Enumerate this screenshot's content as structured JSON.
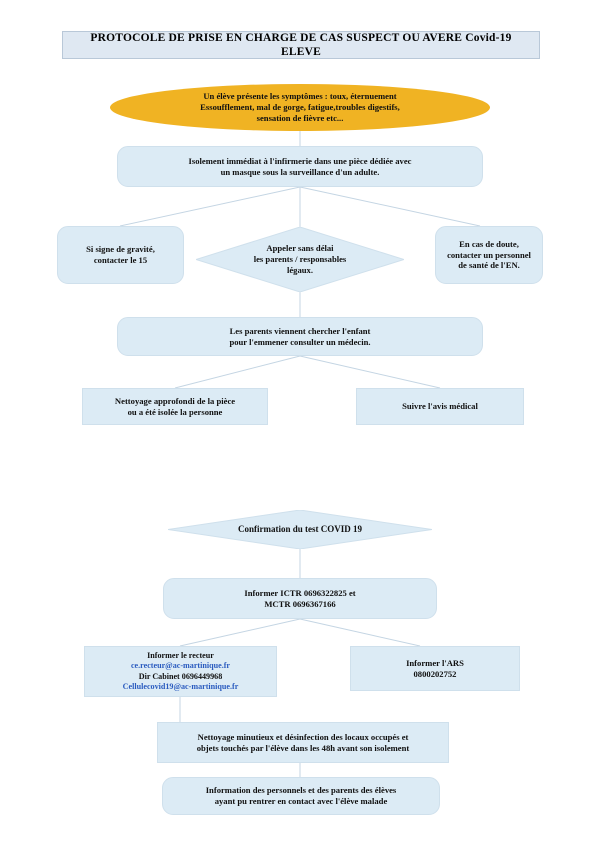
{
  "document": {
    "title": "PROTOCOLE DE PRISE EN CHARGE DE CAS SUSPECT OU AVERE Covid-19 ELEVE",
    "language": "fr"
  },
  "colors": {
    "box_fill": "#dcebf5",
    "box_border": "#cfe0ec",
    "banner_fill": "#dfe8f2",
    "banner_border": "#b9c8d8",
    "ellipse_fill": "#f0b323",
    "email_text": "#2a5bbf",
    "connector": "#c4d5e3",
    "text": "#101010"
  },
  "chart_data": {
    "type": "diagram",
    "title": "PROTOCOLE DE PRISE EN CHARGE DE CAS SUSPECT OU AVERE Covid-19 ELEVE",
    "nodes": [
      {
        "id": "symptomes",
        "shape": "ellipse",
        "lines": [
          "Un élève présente les symptômes : toux, éternuement",
          "Essoufflement, mal de gorge, fatigue,troubles digestifs,",
          "sensation de fièvre etc..."
        ]
      },
      {
        "id": "isolement",
        "shape": "rounded-rect",
        "lines": [
          "Isolement immédiat à l'infirmerie dans une pièce dédiée avec",
          "un masque sous la surveillance d'un adulte."
        ]
      },
      {
        "id": "gravite",
        "shape": "rounded-rect",
        "lines": [
          "Si signe de gravité,",
          "contacter le 15"
        ]
      },
      {
        "id": "appeler-parents",
        "shape": "diamond",
        "lines": [
          "Appeler sans délai",
          "les parents / responsables",
          "légaux."
        ]
      },
      {
        "id": "doute",
        "shape": "rounded-rect",
        "lines": [
          "En cas de doute,",
          "contacter un personnel",
          "de santé de l'EN."
        ]
      },
      {
        "id": "parents-chercher",
        "shape": "rounded-rect",
        "lines": [
          "Les parents viennent chercher l'enfant",
          "pour l'emmener consulter un médecin."
        ]
      },
      {
        "id": "nettoyage-piece",
        "shape": "rect",
        "lines": [
          "Nettoyage approfondi de la pièce",
          "ou a été isolée la personne"
        ]
      },
      {
        "id": "avis-medical",
        "shape": "rect",
        "lines": [
          "Suivre l'avis médical"
        ]
      },
      {
        "id": "confirmation",
        "shape": "diamond",
        "lines": [
          "Confirmation du test COVID 19"
        ]
      },
      {
        "id": "informer-ictr",
        "shape": "rounded-rect",
        "lines": [
          "Informer ICTR 0696322825 et",
          "MCTR 0696367166"
        ]
      },
      {
        "id": "informer-recteur",
        "shape": "rect",
        "lines": [
          "Informer le recteur",
          "ce.recteur@ac-martinique.fr",
          "Dir Cabinet 0696449968",
          "Cellulecovid19@ac-martinique.fr"
        ]
      },
      {
        "id": "informer-ars",
        "shape": "rect",
        "lines": [
          "Informer l'ARS",
          "0800202752"
        ]
      },
      {
        "id": "nettoyage-locaux",
        "shape": "rect",
        "lines": [
          "Nettoyage minutieux et désinfection des locaux occupés et",
          "objets touchés par l'élève dans les 48h avant son isolement"
        ]
      },
      {
        "id": "information-personnels",
        "shape": "rounded-rect",
        "lines": [
          "Information des personnels et des parents des élèves",
          "ayant pu rentrer en contact avec l'élève malade"
        ]
      }
    ],
    "edges": [
      {
        "from": "symptomes",
        "to": "isolement"
      },
      {
        "from": "isolement",
        "to": "gravite"
      },
      {
        "from": "isolement",
        "to": "appeler-parents"
      },
      {
        "from": "isolement",
        "to": "doute"
      },
      {
        "from": "appeler-parents",
        "to": "parents-chercher"
      },
      {
        "from": "parents-chercher",
        "to": "nettoyage-piece"
      },
      {
        "from": "parents-chercher",
        "to": "avis-medical"
      },
      {
        "from": "confirmation",
        "to": "informer-ictr"
      },
      {
        "from": "informer-ictr",
        "to": "informer-recteur"
      },
      {
        "from": "informer-ictr",
        "to": "informer-ars"
      },
      {
        "from": "informer-recteur",
        "to": "nettoyage-locaux"
      },
      {
        "from": "nettoyage-locaux",
        "to": "information-personnels"
      }
    ]
  },
  "flow": {
    "symptomes": {
      "line1": "Un élève présente les symptômes : toux, éternuement",
      "line2": "Essoufflement, mal de gorge, fatigue,troubles digestifs,",
      "line3": "sensation de fièvre etc..."
    },
    "isolement": {
      "line1": "Isolement immédiat à l'infirmerie dans une pièce dédiée avec",
      "line2": "un masque sous la surveillance d'un adulte."
    },
    "gravite": {
      "line1": "Si signe de gravité,",
      "line2": "contacter le 15"
    },
    "appeler_parents": {
      "line1": "Appeler sans délai",
      "line2": "les parents / responsables",
      "line3": "légaux."
    },
    "doute": {
      "line1": "En cas de doute,",
      "line2": "contacter un personnel",
      "line3": "de santé de l'EN."
    },
    "parents_chercher": {
      "line1": "Les parents viennent chercher l'enfant",
      "line2": "pour l'emmener consulter un médecin."
    },
    "nettoyage_piece": {
      "line1": "Nettoyage approfondi de la pièce",
      "line2": "ou a été isolée la personne"
    },
    "avis_medical": {
      "line1": "Suivre l'avis médical"
    },
    "confirmation": {
      "line1": "Confirmation du test COVID 19"
    },
    "informer_ictr": {
      "line1": "Informer ICTR 0696322825 et",
      "line2": "MCTR 0696367166"
    },
    "informer_recteur": {
      "line1": "Informer le recteur",
      "line2": "ce.recteur@ac-martinique.fr",
      "line3": "Dir Cabinet 0696449968",
      "line4": "Cellulecovid19@ac-martinique.fr"
    },
    "informer_ars": {
      "line1": "Informer l'ARS",
      "line2": "0800202752"
    },
    "nettoyage_locaux": {
      "line1": "Nettoyage minutieux et désinfection des locaux occupés et",
      "line2": "objets touchés par l'élève dans les 48h avant son isolement"
    },
    "information_personnels": {
      "line1": "Information des personnels et des parents des élèves",
      "line2": "ayant pu rentrer en contact avec l'élève malade"
    }
  }
}
